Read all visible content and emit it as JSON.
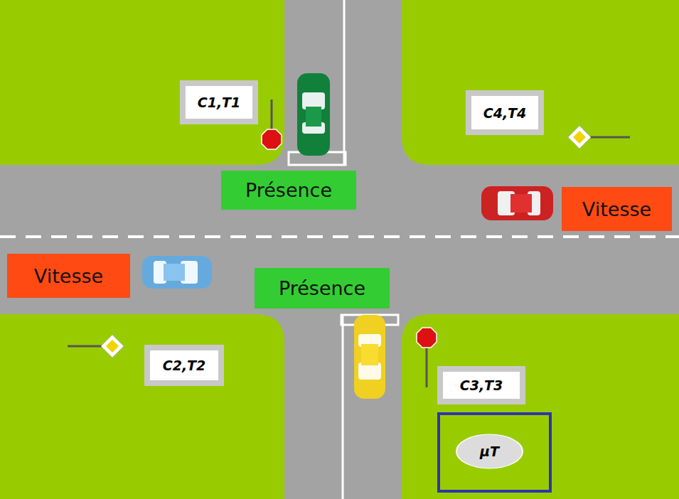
{
  "diagram": {
    "nodes": [
      {
        "text": [
          "C1,T1"
        ]
      },
      {
        "text": [
          "C4,T4"
        ]
      },
      {
        "text": [
          "Présence"
        ]
      },
      {
        "text": [
          "Vitesse"
        ]
      },
      {
        "text": [
          "Vitesse"
        ]
      },
      {
        "text": [
          "Présence"
        ]
      },
      {
        "text": [
          "C2,T2"
        ]
      },
      {
        "text": [
          "C3,T3"
        ]
      },
      {
        "text": [
          "µT"
        ]
      }
    ]
  }
}
